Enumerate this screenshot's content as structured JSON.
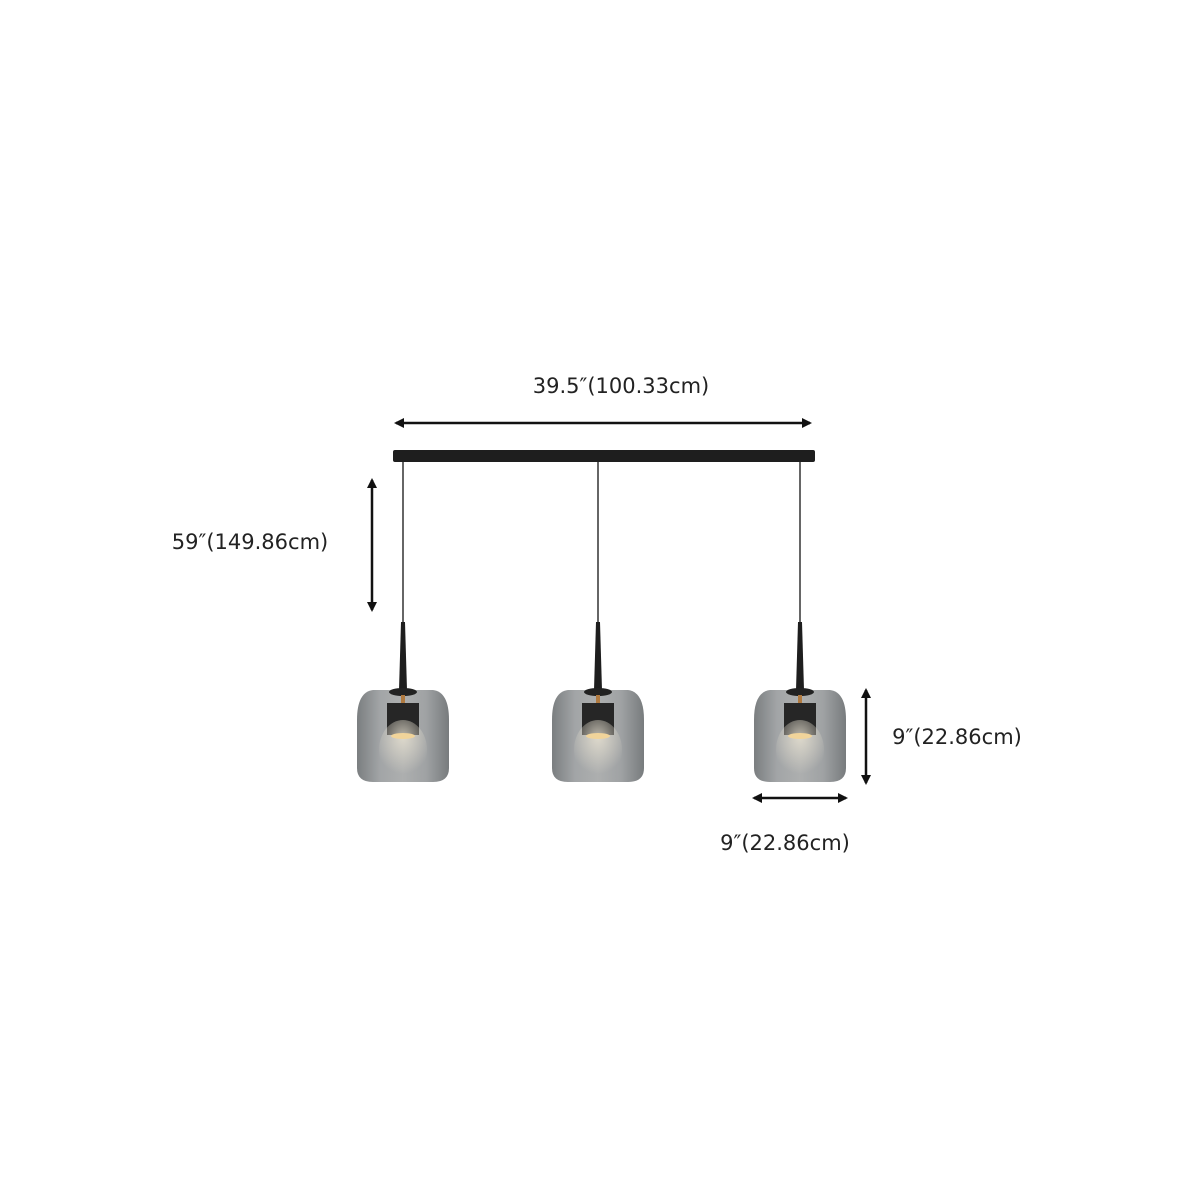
{
  "dimensions": {
    "total_length": "39.5″(100.33cm)",
    "hanging_height": "59″(149.86cm)",
    "shade_height": "9″(22.86cm)",
    "shade_width": "9″(22.86cm)"
  },
  "colors": {
    "metal": "#1e1e1e",
    "glass": "#8a8d8f",
    "line": "#111111"
  }
}
